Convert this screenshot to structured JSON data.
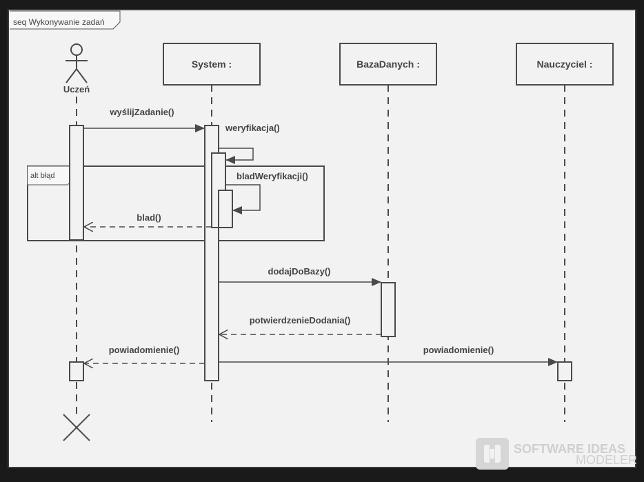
{
  "frame": {
    "title": "seq Wykonywanie zadań"
  },
  "actor": {
    "name": "Uczeń"
  },
  "lifelines": [
    {
      "id": "system",
      "label": "System :"
    },
    {
      "id": "baza",
      "label": "BazaDanych :"
    },
    {
      "id": "nauczyciel",
      "label": "Nauczyciel :"
    }
  ],
  "fragment": {
    "label": "alt błąd"
  },
  "messages": [
    {
      "id": "wyslij",
      "text": "wyślijZadanie()",
      "kind": "sync"
    },
    {
      "id": "weryfikacja",
      "text": "weryfikacja()",
      "kind": "self"
    },
    {
      "id": "blad-weryfikacji",
      "text": "bladWeryfikacji()",
      "kind": "self"
    },
    {
      "id": "blad",
      "text": "blad()",
      "kind": "return"
    },
    {
      "id": "dodaj",
      "text": "dodajDoBazy()",
      "kind": "sync"
    },
    {
      "id": "potwierdzenie",
      "text": "potwierdzenieDodania()",
      "kind": "return"
    },
    {
      "id": "powiadomienie-uczen",
      "text": "powiadomienie()",
      "kind": "return"
    },
    {
      "id": "powiadomienie-nauczyciel",
      "text": "powiadomienie()",
      "kind": "sync"
    }
  ],
  "watermark": {
    "line1": "SOFTWARE IDEAS",
    "line2": "MODELER"
  },
  "colors": {
    "canvas": "#f2f2f2",
    "border": "#3a3a3a",
    "line": "#4a4a4a",
    "text": "#444444",
    "outer": "#1a1a1a",
    "watermark": "#cfcfcf"
  }
}
